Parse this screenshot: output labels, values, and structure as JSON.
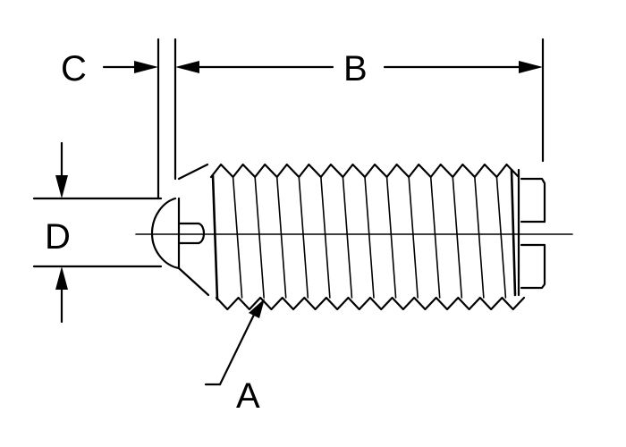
{
  "diagram": {
    "labels": {
      "a": "A",
      "b": "B",
      "c": "C",
      "d": "D"
    },
    "line_color": "#000000",
    "background": "#ffffff",
    "thread_crests": 14
  }
}
